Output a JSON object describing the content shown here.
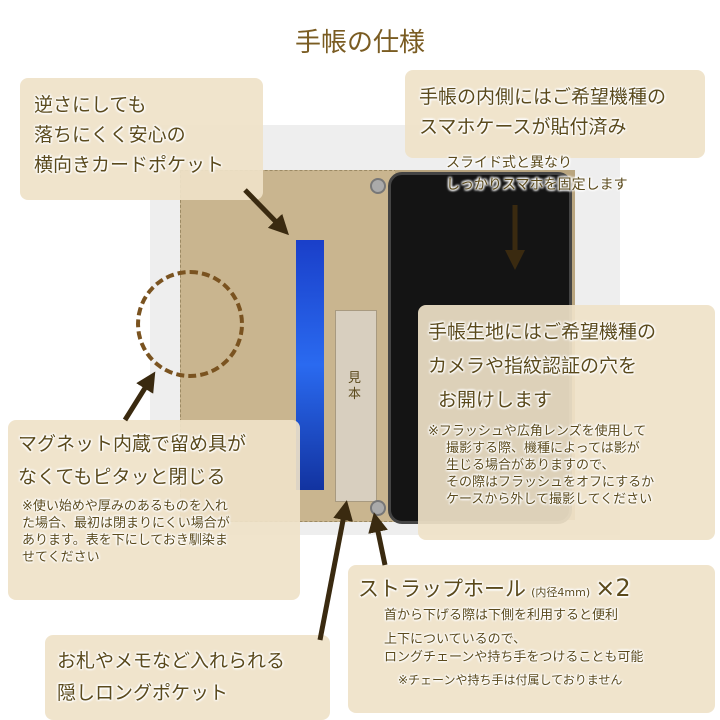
{
  "title": "手帳の仕様",
  "card_pocket": {
    "lines": [
      "逆さにしても",
      "落ちにくく安心の",
      "横向きカードポケット"
    ]
  },
  "phone_case": {
    "lines": [
      "手帳の内側にはご希望機種の",
      "スマホケースが貼付済み"
    ],
    "sub": [
      "スライド式と異なり",
      "しっかりスマホを固定します"
    ]
  },
  "camera_hole": {
    "lines": [
      "手帳生地にはご希望機種の",
      "カメラや指紋認証の穴を",
      "お開けします"
    ],
    "note": [
      "※フラッシュや広角レンズを使用して",
      "撮影する際、機種によっては影が",
      "生じる場合がありますので、",
      "その際はフラッシュをオフにするか",
      "ケースから外して撮影してください"
    ]
  },
  "magnet": {
    "lines": [
      "マグネット内蔵で留め具が",
      "なくてもピタッと閉じる"
    ],
    "note": [
      "※使い始めや厚みのあるものを入れ",
      "た場合、最初は閉まりにくい場合が",
      "あります。表を下にしておき馴染ま",
      "せてください"
    ]
  },
  "strap": {
    "heading": "ストラップホール",
    "size": "(内径4mm)",
    "count": "×2",
    "lines": [
      "首から下げる際は下側を利用すると便利",
      "上下についているので、",
      "ロングチェーンや持ち手をつけることも可能"
    ],
    "note": "※チェーンや持ち手は付属しておりません"
  },
  "long_pocket": {
    "lines": [
      "お札やメモなど入れられる",
      "隠しロングポケット"
    ]
  },
  "photo_bill_text": "見本"
}
